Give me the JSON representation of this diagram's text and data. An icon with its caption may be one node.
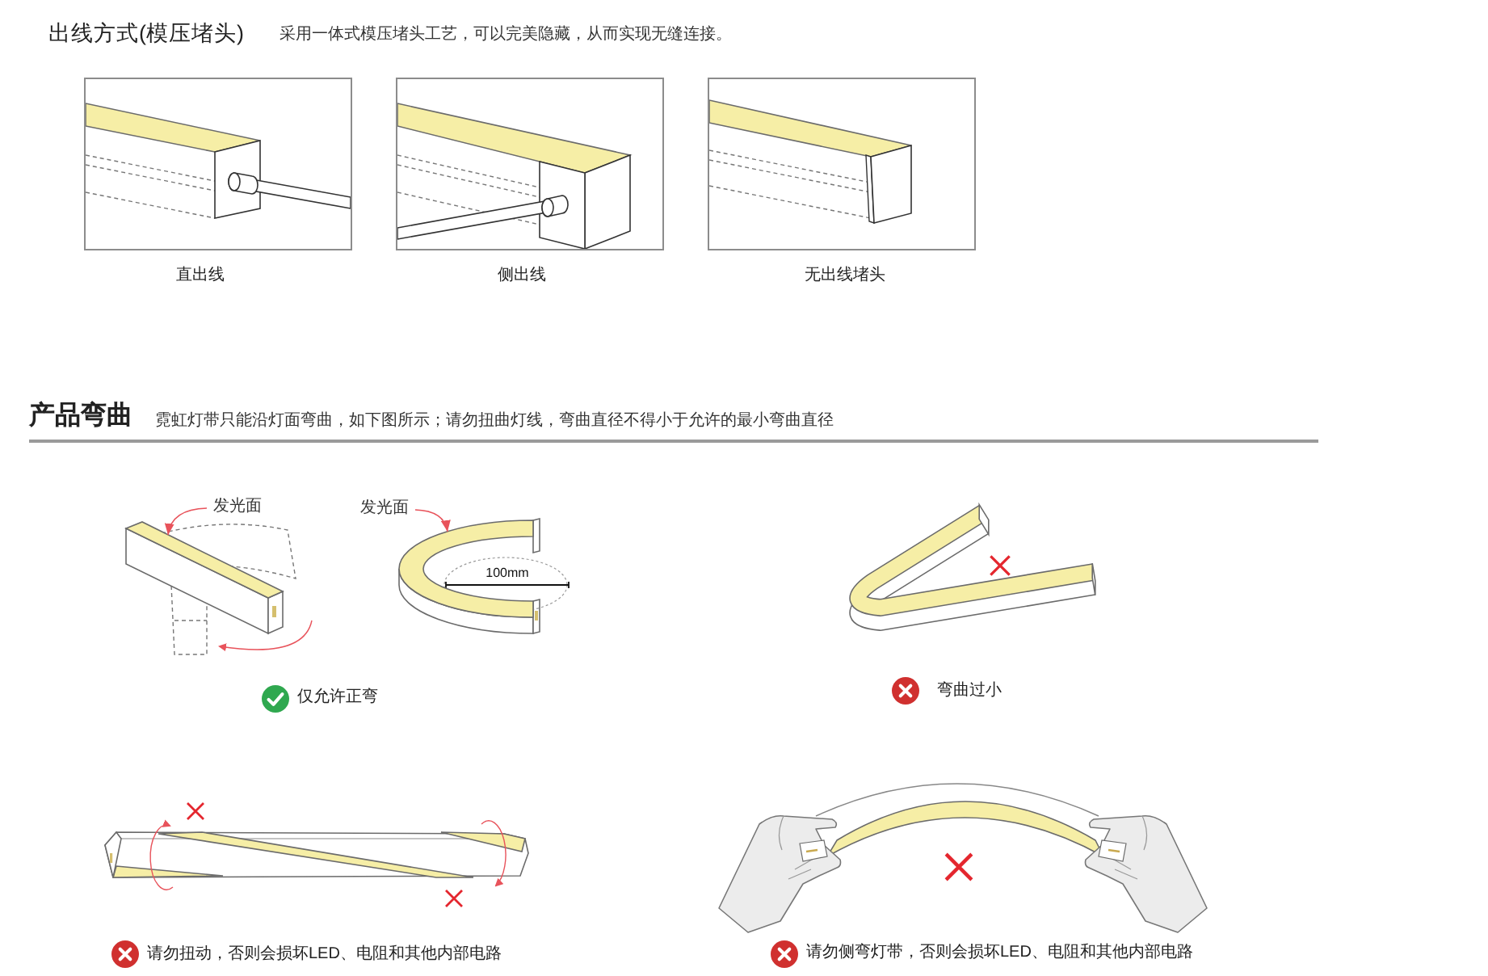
{
  "diagram": {
    "nodes": [
      {
        "text": [
          "发光面"
        ]
      },
      {
        "text": [
          "发光面"
        ]
      },
      {
        "text": [],
        "shape": "bar"
      },
      {
        "text": [],
        "shape": "bar"
      }
    ],
    "edges": [
      {
        "from": 0,
        "to": 2,
        "arrow": "to"
      },
      {
        "from": 1,
        "to": 3,
        "arrow": "to"
      }
    ],
    "labels": [
      "出线方式(模压堵头)",
      "采用一体式模压堵头工艺，可以完美隐藏，从而实现无缝连接。",
      "直出线",
      "侧出线",
      "无出线堵头",
      "产品弯曲",
      "霓虹灯带只能沿灯面弯曲，如下图所示；请勿扭曲灯线，弯曲直径不得小于允许的最小弯曲直径",
      "100mm",
      "仅允许正弯",
      "弯曲过小",
      "请勿扭动，否则会损坏LED、电阻和其他内部电路",
      "请勿侧弯灯带，否则会损坏LED、电阻和其他内部电路"
    ]
  }
}
